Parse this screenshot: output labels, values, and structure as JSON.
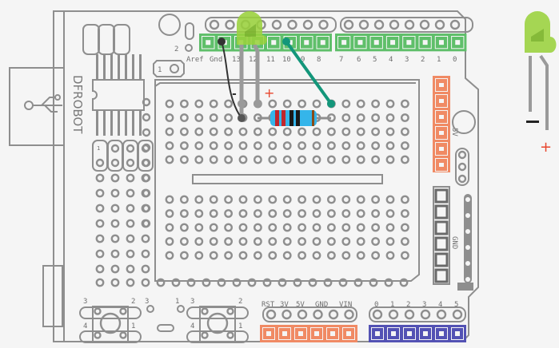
{
  "title": "DFRobot prototype shield with LED and resistor wiring",
  "board": {
    "brand": "DFROBOT",
    "digital_labels": [
      "Aref",
      "Gnd",
      "13",
      "12",
      "11",
      "10",
      "9",
      "8",
      "7",
      "6",
      "5",
      "4",
      "3",
      "2",
      "1",
      "0"
    ],
    "power_labels": [
      "RST",
      "3V",
      "5V",
      "GND",
      "VIN"
    ],
    "analog_labels": [
      "0",
      "1",
      "2",
      "3",
      "4",
      "5"
    ],
    "side_label_5v": "5V",
    "side_label_gnd": "GND",
    "small_label_2": "2",
    "small_label_1": "1",
    "button_left_labels": {
      "tl": "3",
      "tr": "2",
      "bl": "4",
      "br": "1"
    },
    "button_right_labels": {
      "tl": "3",
      "tr": "2",
      "bl": "4",
      "br": "1"
    },
    "mid_labels": [
      "3",
      "1"
    ]
  },
  "circuit": {
    "minus_sign": "-",
    "plus_sign": "+",
    "resistor_bands": [
      "#c0262c",
      "#c0262c",
      "#1a1a1a",
      "#1a1a1a",
      "#8a4b16"
    ],
    "wire_colors": {
      "gnd": "#333333",
      "signal": "#13967a"
    },
    "led_color": "#9ad23c"
  },
  "legend_led": {
    "minus": "−",
    "plus": "+"
  },
  "colors": {
    "digital_header": "#5fbf6a",
    "power_header": "#f08a64",
    "analog_header": "#5352b4",
    "outline": "#8e8e8e",
    "plus_red": "#e8452c"
  }
}
